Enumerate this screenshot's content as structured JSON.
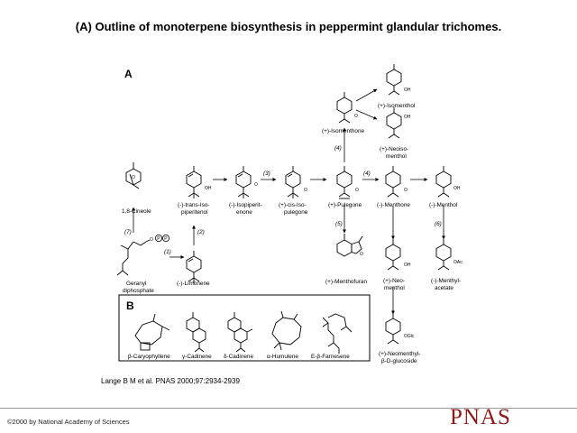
{
  "title": "(A) Outline of monoterpene biosynthesis in peppermint glandular trichomes.",
  "panel_a_label": "A",
  "panel_b_label": "B",
  "compounds": {
    "cineole": "1,8-Cineole",
    "geranyl_1": "Geranyl",
    "geranyl_2": "diphosphate",
    "limonene": "(-)-Limonene",
    "isopiperitenol_1": "(-)-trans-Iso-",
    "isopiperitenol_2": "piperitenol",
    "isopiperitenone_1": "(-)-Isopiperit-",
    "isopiperitenone_2": "enone",
    "cis_isopulegone_1": "(+)-cis-Iso-",
    "cis_isopulegone_2": "pulegone",
    "pulegone": "(+)-Pulegone",
    "menthone": "(-)-Menthone",
    "menthol": "(-)-Menthol",
    "isomenthone": "(+)-Isomenthone",
    "isomenthol": "(+)-Isomenthol",
    "neoisomenthol_1": "(+)-Neoiso-",
    "neoisomenthol_2": "menthol",
    "menthofuran": "(+)-Menthofuran",
    "neomenthol_1": "(+)-Neo-",
    "neomenthol_2": "menthol",
    "menthyl_acetate_1": "(-)-Menthyl-",
    "menthyl_acetate_2": "acetate",
    "neomenthyl_glucoside_1": "(+)-Neomenthyl-",
    "neomenthyl_glucoside_2": "β-D-glucoside"
  },
  "steps": [
    "(1)",
    "(2)",
    "(3)",
    "(4)",
    "(4)",
    "(5)",
    "(6)",
    "(7)"
  ],
  "substituents": {
    "oh": "OH",
    "o": "O",
    "oac": "OAc",
    "oglc": "OGlc",
    "opp_o": "O",
    "opp_p1": "P",
    "opp_p2": "P"
  },
  "sesquiterpenes": [
    "β-Caryophyllene",
    "γ-Cadinene",
    "δ-Cadinene",
    "α-Humulene",
    "E-β-Farnesene"
  ],
  "citation": "Lange B M et al. PNAS 2000;97:2934-2939",
  "copyright": "©2000 by National Academy of Sciences",
  "logo": "PNAS",
  "colors": {
    "logo": "#8e1a17",
    "rule": "#9a9a9a"
  }
}
